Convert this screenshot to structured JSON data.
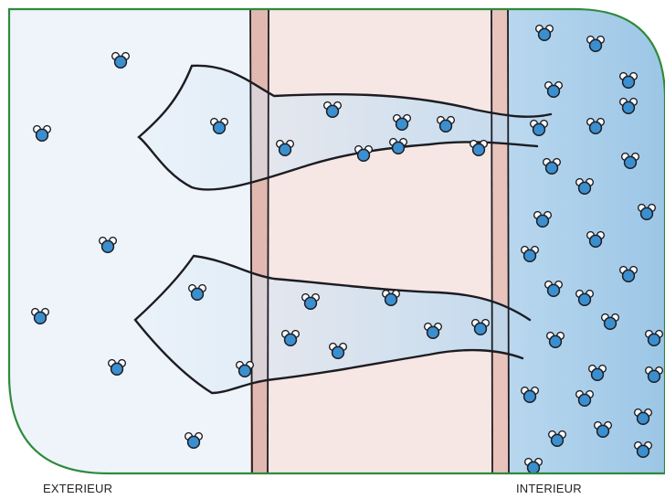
{
  "labels": {
    "exterior": "EXTERIEUR",
    "interior": "INTERIEUR"
  },
  "colors": {
    "exterior_wash": "#eef4fa",
    "wall_fill": "#f6e7e4",
    "wall_edge": "#cfa39a",
    "interior_wash": "#a9cde8",
    "frame": "#2f8a3c",
    "ink": "#1c1c22",
    "particle": "#3b8fcf"
  },
  "particles": {
    "exterior_count": 9,
    "channel_count": 13,
    "interior_count": 29
  }
}
